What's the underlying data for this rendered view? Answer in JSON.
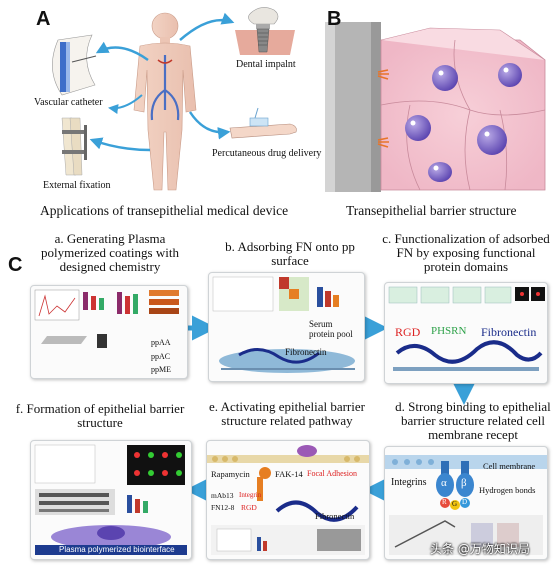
{
  "panelA": {
    "letter": "A",
    "labels": {
      "vascular_catheter": "Vascular catheter",
      "dental_implant": "Dental impalnt",
      "external_fixation": "External fixation",
      "percutaneous": "Percutaneous drug delivery"
    },
    "caption": "Applications of transepithelial medical device"
  },
  "panelB": {
    "letter": "B",
    "caption": "Transepithelial barrier structure"
  },
  "panelC": {
    "letter": "C",
    "steps": {
      "a": "a. Generating Plasma polymerized coatings with designed chemistry",
      "b": "b. Adsorbing FN onto pp surface",
      "c": "c. Functionalization of adsorbed FN by exposing functional protein domains",
      "d": "d. Strong binding to epithelial barrier structure related cell membrane recept",
      "e": "e. Activating epithelial barrier structure related pathway",
      "f": "f. Formation of epithelial barrier structure"
    },
    "a_labels": [
      "ppAA",
      "ppAC",
      "ppME"
    ],
    "b_labels": {
      "serum": "Serum protein pool",
      "fibronectin": "Fibronectin"
    },
    "c_labels": {
      "rgd": "RGD",
      "phsrn": "PHSRN",
      "fibronectin": "Fibronectin"
    },
    "d_labels": {
      "membrane": "Cell membrane",
      "integrins": "Integrins",
      "hbonds": "Hydrogen bonds",
      "alpha": "α",
      "beta": "β",
      "r": "R",
      "g": "G",
      "d": "D"
    },
    "e_labels": {
      "rapamycin": "Rapamycin",
      "fak": "FAK-14",
      "focal": "Focal Adhesion",
      "mab": "mAb13",
      "integrin": "Integrin",
      "fn12": "FN12-8",
      "rgd": "RGD",
      "fibronectin": "Fibronectin"
    },
    "f_labels": {
      "biointerface": "Plasma polymerized biointerface"
    }
  },
  "watermark": "头条 @万物知识局"
}
